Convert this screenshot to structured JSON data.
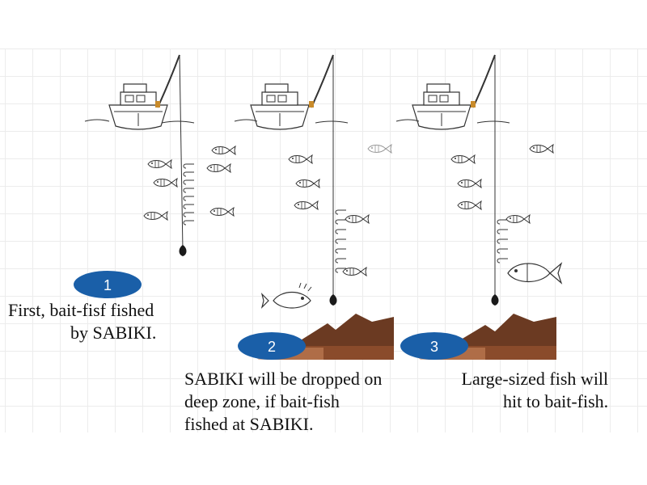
{
  "panels": [
    {
      "step": "1",
      "caption": "First, bait-fisf fished\n              by SABIKI."
    },
    {
      "step": "2",
      "caption": "SABIKI will be dropped on\ndeep zone, if bait-fish\nfished at SABIKI."
    },
    {
      "step": "3",
      "caption": "Large-sized fish will\n          hit to bait-fish."
    }
  ],
  "colors": {
    "badge": "#1a5fa8",
    "seabed_dark": "#6b3a22",
    "seabed_light": "#c8845a",
    "line": "#333333",
    "sinker": "#1a1a1a",
    "rod_reel": "#c98b2a"
  }
}
